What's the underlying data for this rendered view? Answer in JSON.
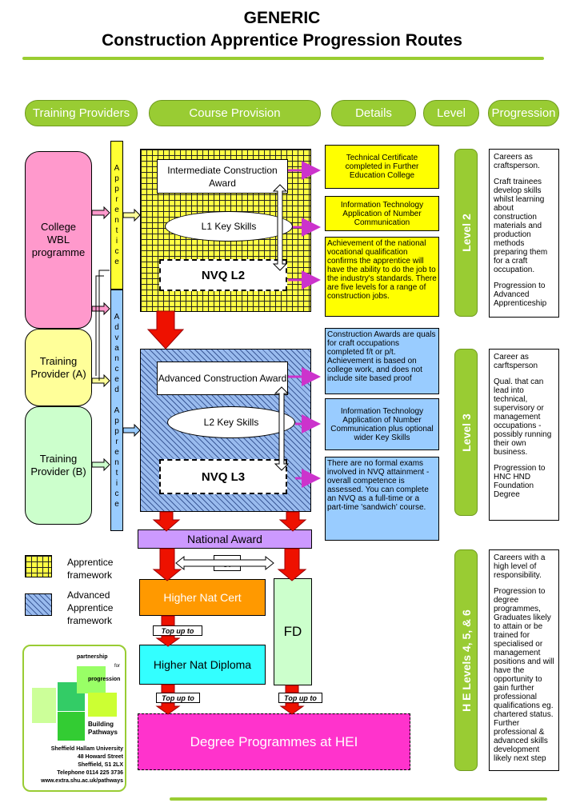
{
  "title_line1": "GENERIC",
  "title_line2": "Construction Apprentice Progression Routes",
  "headers": {
    "training_providers": "Training Providers",
    "course_provision": "Course Provision",
    "details": "Details",
    "level": "Level",
    "progression": "Progression"
  },
  "providers": {
    "college": "College WBL programme",
    "provider_a": "Training Provider (A)",
    "provider_b": "Training Provider (B)"
  },
  "apprentice_letters": [
    "A",
    "p",
    "p",
    "r",
    "e",
    "n",
    "t",
    "i",
    "c",
    "e"
  ],
  "advanced_letters": [
    "A",
    "d",
    "v",
    "a",
    "n",
    "c",
    "e",
    "d",
    "",
    "A",
    "p",
    "p",
    "r",
    "e",
    "n",
    "t",
    "i",
    "c",
    "e"
  ],
  "level2_boxes": {
    "award": "Intermediate Construction Award",
    "key_skills": "L1 Key Skills",
    "nvq": "NVQ L2"
  },
  "level3_boxes": {
    "award": "Advanced Construction Award",
    "key_skills": "L2 Key Skills",
    "nvq": "NVQ L3"
  },
  "details": {
    "d1": "Technical Certificate completed in Further Education College",
    "d2": "Information Technology Application of Number Communication",
    "d3": "Achievement of the national vocational qualification confirms the apprentice will have the ability to do the job to the industry's standards. There are five levels for a range of construction jobs.",
    "d4": "Construction Awards are quals for craft occupations completed f/t or p/t. Achievement is based on college work, and does not include site based proof",
    "d5": "Information Technology Application of Number Communication plus optional wider Key Skills",
    "d6": "There are no formal exams involved in NVQ attainment - overall competence is assessed. You can complete an NVQ as a full-time or a part-time 'sandwich' course."
  },
  "levels": {
    "l2": "Level 2",
    "l3": "Level 3",
    "he": "H E Levels 4, 5, & 6"
  },
  "progression": {
    "p1": [
      "Careers as craftsperson.",
      "Craft trainees develop skills whilst learning about construction materials and production methods preparing them for a craft occupation.",
      "Progression to Advanced Apprenticeship"
    ],
    "p2": [
      "Career as carftsperson",
      "Qual. that can lead into technical, supervisory or management occupations - possibly running their own business.",
      "Progression to HNC HND Foundation Degree"
    ],
    "p3": [
      "Careers with a high level of responsibility.",
      "Progression to degree programmes, Graduates likely to attain or be trained for specialised or management positions and will have the opportunity to gain further professional qualifications eg. chartered status. Further professional & advanced skills development likely next step"
    ]
  },
  "he": {
    "national_award": "National Award",
    "or": "or",
    "hnc": "Higher Nat Cert",
    "fd": "FD",
    "hnd": "Higher Nat Diploma",
    "top_up": "Top up to",
    "degree": "Degree Programmes at HEI"
  },
  "legend": {
    "apprentice": "Apprentice framework",
    "advanced": "Advanced Apprentice framework"
  },
  "logo": {
    "partnership": "partnership",
    "for": "for",
    "progression": "progression",
    "building": "Building",
    "pathways": "Pathways",
    "address": [
      "Sheffield Hallam University",
      "48 Howard Street",
      "Sheffield, S1 2LX",
      "Telephone 0114 225 3736",
      "www.extra.shu.ac.uk/pathways"
    ]
  },
  "colors": {
    "green": "#99cc33",
    "pink": "#ff99cc",
    "yellow_light": "#ffff99",
    "green_light": "#ccffcc",
    "orange": "#ff9900",
    "cyan": "#33ffff",
    "magenta": "#ff33cc",
    "lavender": "#cc99ff",
    "red": "#ee1100"
  }
}
